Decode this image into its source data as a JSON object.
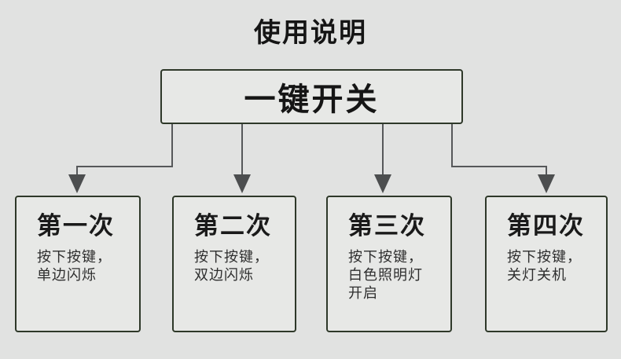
{
  "title": "使用说明",
  "root": {
    "label": "一键开关"
  },
  "steps": [
    {
      "title": "第一次",
      "line1": "按下按键，",
      "line2": "单边闪烁"
    },
    {
      "title": "第二次",
      "line1": "按下按键，",
      "line2": "双边闪烁"
    },
    {
      "title": "第三次",
      "line1": "按下按键，",
      "line2": "白色照明灯",
      "line3": "开启"
    },
    {
      "title": "第四次",
      "line1": "按下按键，",
      "line2": "关灯关机"
    }
  ],
  "colors": {
    "background": "#e1e2e1",
    "box_fill": "#e7e8e6",
    "box_border": "#2e3829",
    "connector_line": "#56585a",
    "arrowhead": "#4c4e4f",
    "text": "#151515"
  }
}
